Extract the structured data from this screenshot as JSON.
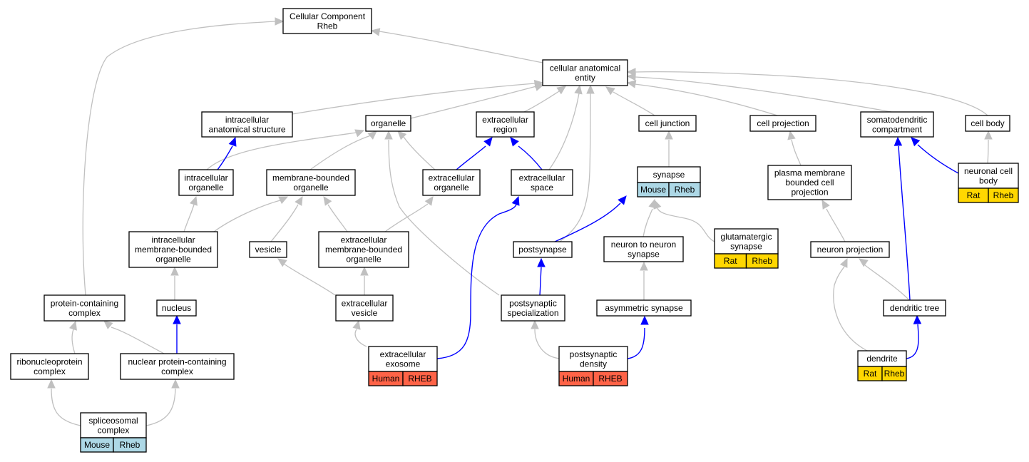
{
  "colors": {
    "gray_edge": "#c0c0c0",
    "blue_edge": "#0000ff",
    "mouse": "#add8e6",
    "rat": "#ffd700",
    "human": "#ff6347"
  },
  "nodes": {
    "cc_rheb": {
      "lines": [
        "Cellular Component",
        "Rheb"
      ]
    },
    "cae": {
      "lines": [
        "cellular anatomical",
        "entity"
      ]
    },
    "ias": {
      "lines": [
        "intracellular",
        "anatomical structure"
      ]
    },
    "organelle": {
      "lines": [
        "organelle"
      ]
    },
    "ecr": {
      "lines": [
        "extracellular",
        "region"
      ]
    },
    "cell_junction": {
      "lines": [
        "cell junction"
      ]
    },
    "cell_projection": {
      "lines": [
        "cell projection"
      ]
    },
    "somatodendritic": {
      "lines": [
        "somatodendritic",
        "compartment"
      ]
    },
    "cell_body": {
      "lines": [
        "cell body"
      ]
    },
    "intra_org": {
      "lines": [
        "intracellular",
        "organelle"
      ]
    },
    "mbo": {
      "lines": [
        "membrane-bounded",
        "organelle"
      ]
    },
    "ec_org": {
      "lines": [
        "extracellular",
        "organelle"
      ]
    },
    "ec_space": {
      "lines": [
        "extracellular",
        "space"
      ]
    },
    "synapse": {
      "lines": [
        "synapse"
      ],
      "tags": [
        "Mouse",
        "Rheb"
      ]
    },
    "pmbcp": {
      "lines": [
        "plasma membrane",
        "bounded cell",
        "projection"
      ]
    },
    "ncb": {
      "lines": [
        "neuronal cell",
        "body"
      ],
      "tags": [
        "Rat",
        "Rheb"
      ]
    },
    "imbo": {
      "lines": [
        "intracellular",
        "membrane-bounded",
        "organelle"
      ]
    },
    "vesicle": {
      "lines": [
        "vesicle"
      ]
    },
    "embo": {
      "lines": [
        "extracellular",
        "membrane-bounded",
        "organelle"
      ]
    },
    "postsynapse": {
      "lines": [
        "postsynapse"
      ]
    },
    "n2n": {
      "lines": [
        "neuron to neuron",
        "synapse"
      ]
    },
    "glut": {
      "lines": [
        "glutamatergic",
        "synapse"
      ],
      "tags": [
        "Rat",
        "Rheb"
      ]
    },
    "neuron_proj": {
      "lines": [
        "neuron projection"
      ]
    },
    "pcc": {
      "lines": [
        "protein-containing",
        "complex"
      ]
    },
    "nucleus": {
      "lines": [
        "nucleus"
      ]
    },
    "ec_vesicle": {
      "lines": [
        "extracellular",
        "vesicle"
      ]
    },
    "ps_spec": {
      "lines": [
        "postsynaptic",
        "specialization"
      ]
    },
    "asym": {
      "lines": [
        "asymmetric synapse"
      ]
    },
    "dtree": {
      "lines": [
        "dendritic tree"
      ]
    },
    "rnp": {
      "lines": [
        "ribonucleoprotein",
        "complex"
      ]
    },
    "npcc": {
      "lines": [
        "nuclear protein-containing",
        "complex"
      ]
    },
    "exosome": {
      "lines": [
        "extracellular",
        "exosome"
      ],
      "tags": [
        "Human",
        "RHEB"
      ]
    },
    "psd": {
      "lines": [
        "postsynaptic",
        "density"
      ],
      "tags": [
        "Human",
        "RHEB"
      ]
    },
    "dendrite": {
      "lines": [
        "dendrite"
      ],
      "tags": [
        "Rat",
        "Rheb"
      ]
    },
    "spliceosome": {
      "lines": [
        "spliceosomal",
        "complex"
      ],
      "tags": [
        "Mouse",
        "Rheb"
      ]
    }
  }
}
